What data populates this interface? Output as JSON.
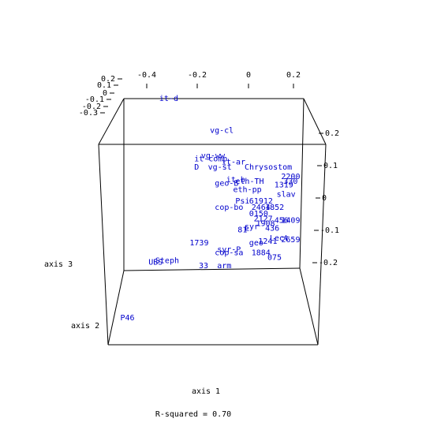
{
  "chart_data": {
    "type": "scatter",
    "title": "",
    "projection": "3d",
    "grid": false,
    "x_axis": {
      "label": "axis 1",
      "ticks": [
        "-0.4",
        "-0.2",
        "0",
        "0.2"
      ]
    },
    "y_axis": {
      "label": "axis 2",
      "ticks": [
        "0.2",
        "0.1",
        "0",
        "-0.1",
        "-0.2",
        "-0.3"
      ]
    },
    "z_axis": {
      "label": "axis 3",
      "ticks": [
        "0.2",
        "0.1",
        "0",
        "-0.1",
        "-0.2"
      ]
    },
    "annotation": "R-squared = 0.70",
    "points": [
      {
        "label": "it-d",
        "x": -0.39,
        "y": 0.0,
        "z": 0.3
      },
      {
        "label": "vg-cl",
        "x": -0.16,
        "y": -0.05,
        "z": 0.22
      },
      {
        "label": "it-comp",
        "x": -0.22,
        "y": -0.1,
        "z": 0.15
      },
      {
        "label": "vg-ww",
        "x": -0.19,
        "y": -0.1,
        "z": 0.16
      },
      {
        "label": "D",
        "x": -0.22,
        "y": -0.1,
        "z": 0.125
      },
      {
        "label": "vg-st",
        "x": -0.16,
        "y": -0.1,
        "z": 0.125
      },
      {
        "label": "it-ar",
        "x": -0.1,
        "y": -0.1,
        "z": 0.14
      },
      {
        "label": "Chrysostom",
        "x": 0.0,
        "y": -0.1,
        "z": 0.125
      },
      {
        "label": "geo-B",
        "x": -0.13,
        "y": -0.1,
        "z": 0.075
      },
      {
        "label": "it-b",
        "x": -0.08,
        "y": -0.1,
        "z": 0.085
      },
      {
        "label": "eth-TH",
        "x": -0.04,
        "y": -0.1,
        "z": 0.08
      },
      {
        "label": "2200",
        "x": 0.16,
        "y": -0.1,
        "z": 0.095
      },
      {
        "label": "1319",
        "x": 0.13,
        "y": -0.1,
        "z": 0.07
      },
      {
        "label": "330",
        "x": 0.17,
        "y": -0.1,
        "z": 0.08
      },
      {
        "label": "eth-pp",
        "x": -0.05,
        "y": -0.1,
        "z": 0.055
      },
      {
        "label": "slav",
        "x": 0.14,
        "y": -0.1,
        "z": 0.04
      },
      {
        "label": "Psi",
        "x": -0.04,
        "y": -0.1,
        "z": 0.02
      },
      {
        "label": "61912",
        "x": 0.02,
        "y": -0.1,
        "z": 0.02
      },
      {
        "label": "cop-bo",
        "x": -0.13,
        "y": -0.1,
        "z": 0.0
      },
      {
        "label": "2464",
        "x": 0.03,
        "y": -0.1,
        "z": 0.0
      },
      {
        "label": "1852",
        "x": 0.09,
        "y": -0.1,
        "z": 0.0
      },
      {
        "label": "0150",
        "x": 0.02,
        "y": -0.1,
        "z": -0.02
      },
      {
        "label": "2127",
        "x": 0.04,
        "y": -0.1,
        "z": -0.035
      },
      {
        "label": "81",
        "x": -0.03,
        "y": -0.1,
        "z": -0.07
      },
      {
        "label": "syr",
        "x": 0.0,
        "y": -0.1,
        "z": -0.06
      },
      {
        "label": "1908",
        "x": 0.05,
        "y": -0.1,
        "z": -0.05
      },
      {
        "label": "456",
        "x": 0.13,
        "y": -0.1,
        "z": -0.04
      },
      {
        "label": "1409",
        "x": 0.16,
        "y": -0.1,
        "z": -0.04
      },
      {
        "label": "436",
        "x": 0.09,
        "y": -0.1,
        "z": -0.065
      },
      {
        "label": "L",
        "x": 0.0,
        "y": -0.1,
        "z": -0.065
      },
      {
        "label": "Lect",
        "x": 0.11,
        "y": -0.1,
        "z": -0.095
      },
      {
        "label": "1241",
        "x": 0.06,
        "y": -0.1,
        "z": -0.105
      },
      {
        "label": "geo",
        "x": 0.02,
        "y": -0.1,
        "z": -0.11
      },
      {
        "label": "2659",
        "x": 0.16,
        "y": -0.1,
        "z": -0.1
      },
      {
        "label": "1739",
        "x": -0.24,
        "y": -0.1,
        "z": -0.11
      },
      {
        "label": "syr-P",
        "x": -0.12,
        "y": -0.1,
        "z": -0.13
      },
      {
        "label": "1884",
        "x": 0.03,
        "y": -0.1,
        "z": -0.14
      },
      {
        "label": "cop-sa",
        "x": -0.13,
        "y": -0.1,
        "z": -0.14
      },
      {
        "label": "075",
        "x": 0.1,
        "y": -0.1,
        "z": -0.155
      },
      {
        "label": "UBS",
        "x": -0.42,
        "y": -0.1,
        "z": -0.17
      },
      {
        "label": "Steph",
        "x": -0.39,
        "y": -0.1,
        "z": -0.165
      },
      {
        "label": "33",
        "x": -0.2,
        "y": -0.1,
        "z": -0.18
      },
      {
        "label": "arm",
        "x": -0.12,
        "y": -0.1,
        "z": -0.18
      },
      {
        "label": "P46",
        "x": -0.5,
        "y": -0.35,
        "z": -0.25
      }
    ]
  }
}
